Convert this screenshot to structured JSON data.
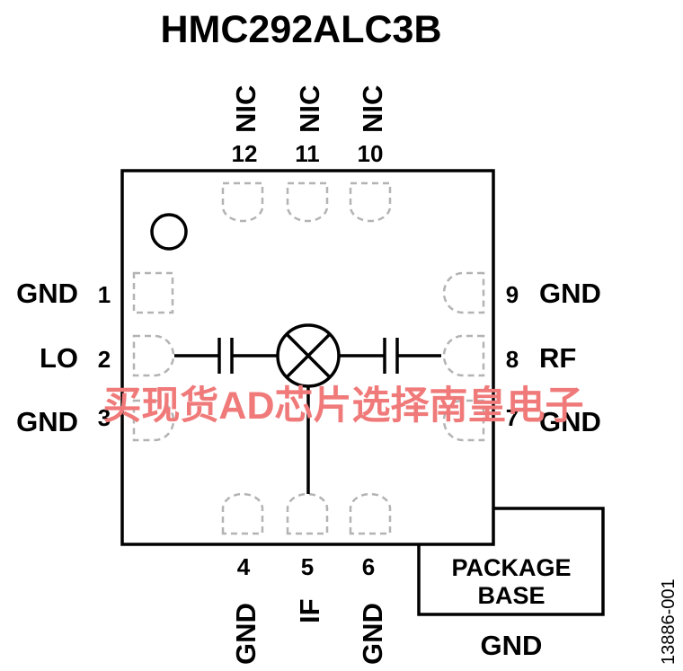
{
  "title": "HMC292ALC3B",
  "pins": {
    "p1": {
      "number": "1",
      "name": "GND"
    },
    "p2": {
      "number": "2",
      "name": "LO"
    },
    "p3": {
      "number": "3",
      "name": "GND"
    },
    "p4": {
      "number": "4",
      "name": "GND"
    },
    "p5": {
      "number": "5",
      "name": "IF"
    },
    "p6": {
      "number": "6",
      "name": "GND"
    },
    "p7": {
      "number": "7",
      "name": "GND"
    },
    "p8": {
      "number": "8",
      "name": "RF"
    },
    "p9": {
      "number": "9",
      "name": "GND"
    },
    "p10": {
      "number": "10",
      "name": "NIC"
    },
    "p11": {
      "number": "11",
      "name": "NIC"
    },
    "p12": {
      "number": "12",
      "name": "NIC"
    }
  },
  "package_base": {
    "line1": "PACKAGE",
    "line2": "BASE",
    "pin_name": "GND"
  },
  "figure_id": "13886-001",
  "watermark": "买现货AD芯片选择南皇电子",
  "colors": {
    "outline": "#000000",
    "pad_dashed": "#b3b3b3",
    "watermark": "#f07a7a"
  }
}
